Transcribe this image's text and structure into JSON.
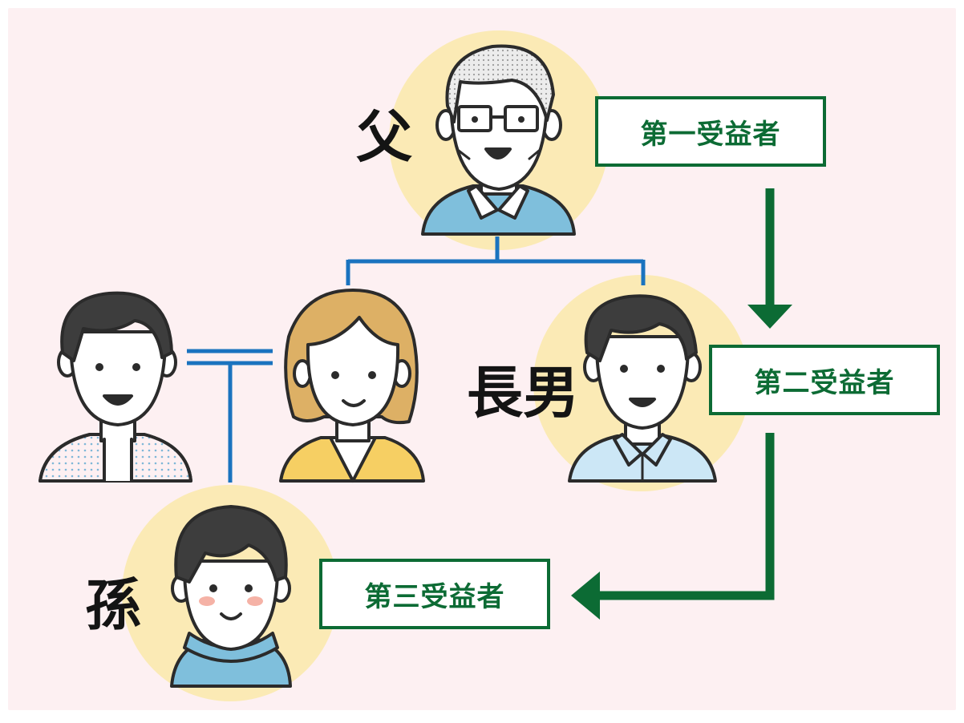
{
  "diagram": {
    "people": {
      "father": {
        "label": "父",
        "icon": "grandfather-glasses-avatar"
      },
      "eldest_son": {
        "label": "長男",
        "icon": "young-man-avatar"
      },
      "grandchild": {
        "label": "孫",
        "icon": "child-avatar"
      },
      "daughter": {
        "icon": "woman-avatar"
      },
      "son_in_law": {
        "icon": "man-avatar"
      }
    },
    "beneficiaries": {
      "first": "第一受益者",
      "second": "第二受益者",
      "third": "第三受益者"
    },
    "colors": {
      "background": "#fdf0f2",
      "halo": "#fbeab5",
      "family_line": "#1a73bf",
      "arrow_green": "#0c6b34",
      "shirt_blue": "#7fbfdc",
      "cardigan_yellow": "#f6cf63",
      "hair_dark": "#3d3d3d",
      "hair_brown": "#ddb065"
    }
  }
}
